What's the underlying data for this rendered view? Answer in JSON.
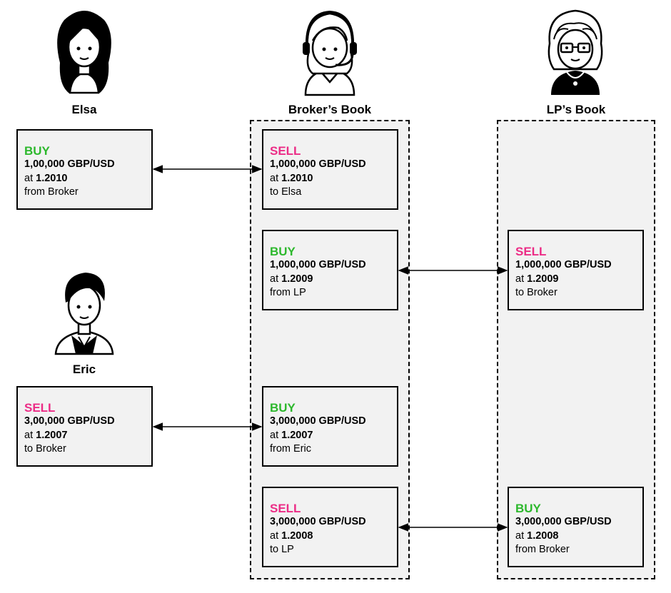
{
  "colors": {
    "buy": "#2db82d",
    "sell": "#ec2c86"
  },
  "actors": {
    "elsa": {
      "label": "Elsa",
      "icon": "woman-long-hair-avatar"
    },
    "broker": {
      "label": "Broker’s Book",
      "icon": "woman-headset-avatar"
    },
    "lp": {
      "label": "LP’s Book",
      "icon": "older-woman-glasses-avatar"
    },
    "eric": {
      "label": "Eric",
      "icon": "man-avatar"
    }
  },
  "cards": {
    "elsa_buy": {
      "side": "BUY",
      "qty": "1,00,000 GBP/USD",
      "at": "at ",
      "rate": "1.2010",
      "party": "from Broker"
    },
    "broker_sell_elsa": {
      "side": "SELL",
      "qty": "1,000,000 GBP/USD",
      "at": "at ",
      "rate": "1.2010",
      "party": "to Elsa"
    },
    "broker_buy_lp": {
      "side": "BUY",
      "qty": "1,000,000 GBP/USD",
      "at": "at ",
      "rate": "1.2009",
      "party": "from LP"
    },
    "lp_sell": {
      "side": "SELL",
      "qty": "1,000,000 GBP/USD",
      "at": "at ",
      "rate": "1.2009",
      "party": "to Broker"
    },
    "eric_sell": {
      "side": "SELL",
      "qty": "3,00,000 GBP/USD",
      "at": "at ",
      "rate": "1.2007",
      "party": "to Broker"
    },
    "broker_buy_eric": {
      "side": "BUY",
      "qty": "3,000,000 GBP/USD",
      "at": "at ",
      "rate": "1.2007",
      "party": "from Eric"
    },
    "broker_sell_lp": {
      "side": "SELL",
      "qty": "3,000,000 GBP/USD",
      "at": "at ",
      "rate": "1.2008",
      "party": "to LP"
    },
    "lp_buy": {
      "side": "BUY",
      "qty": "3,000,000 GBP/USD",
      "at": "at ",
      "rate": "1.2008",
      "party": "from Broker"
    }
  }
}
